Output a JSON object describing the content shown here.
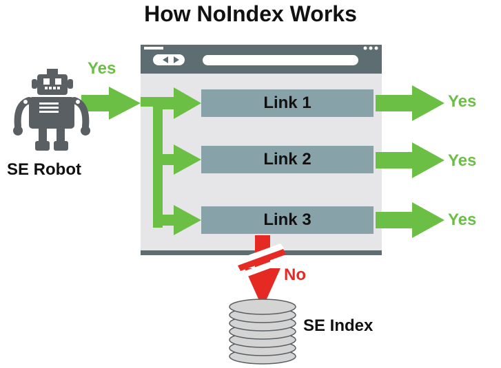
{
  "title": "How NoIndex Works",
  "robot_label": "SE Robot",
  "index_label": "SE Index",
  "entry_label": "Yes",
  "links": [
    {
      "label": "Link 1",
      "result": "Yes"
    },
    {
      "label": "Link 2",
      "result": "Yes"
    },
    {
      "label": "Link 3",
      "result": "Yes"
    }
  ],
  "blocked_label": "No",
  "colors": {
    "arrow_green": "#6cbf45",
    "arrow_red": "#e52a24",
    "link_box": "#87a2a8",
    "browser_bg": "#e6e6e8",
    "browser_bar": "#5d6d72",
    "robot_body": "#5a5f63",
    "disk": "#d4d4d4"
  },
  "icons": [
    "robot-icon",
    "browser-window-icon",
    "database-icon"
  ]
}
